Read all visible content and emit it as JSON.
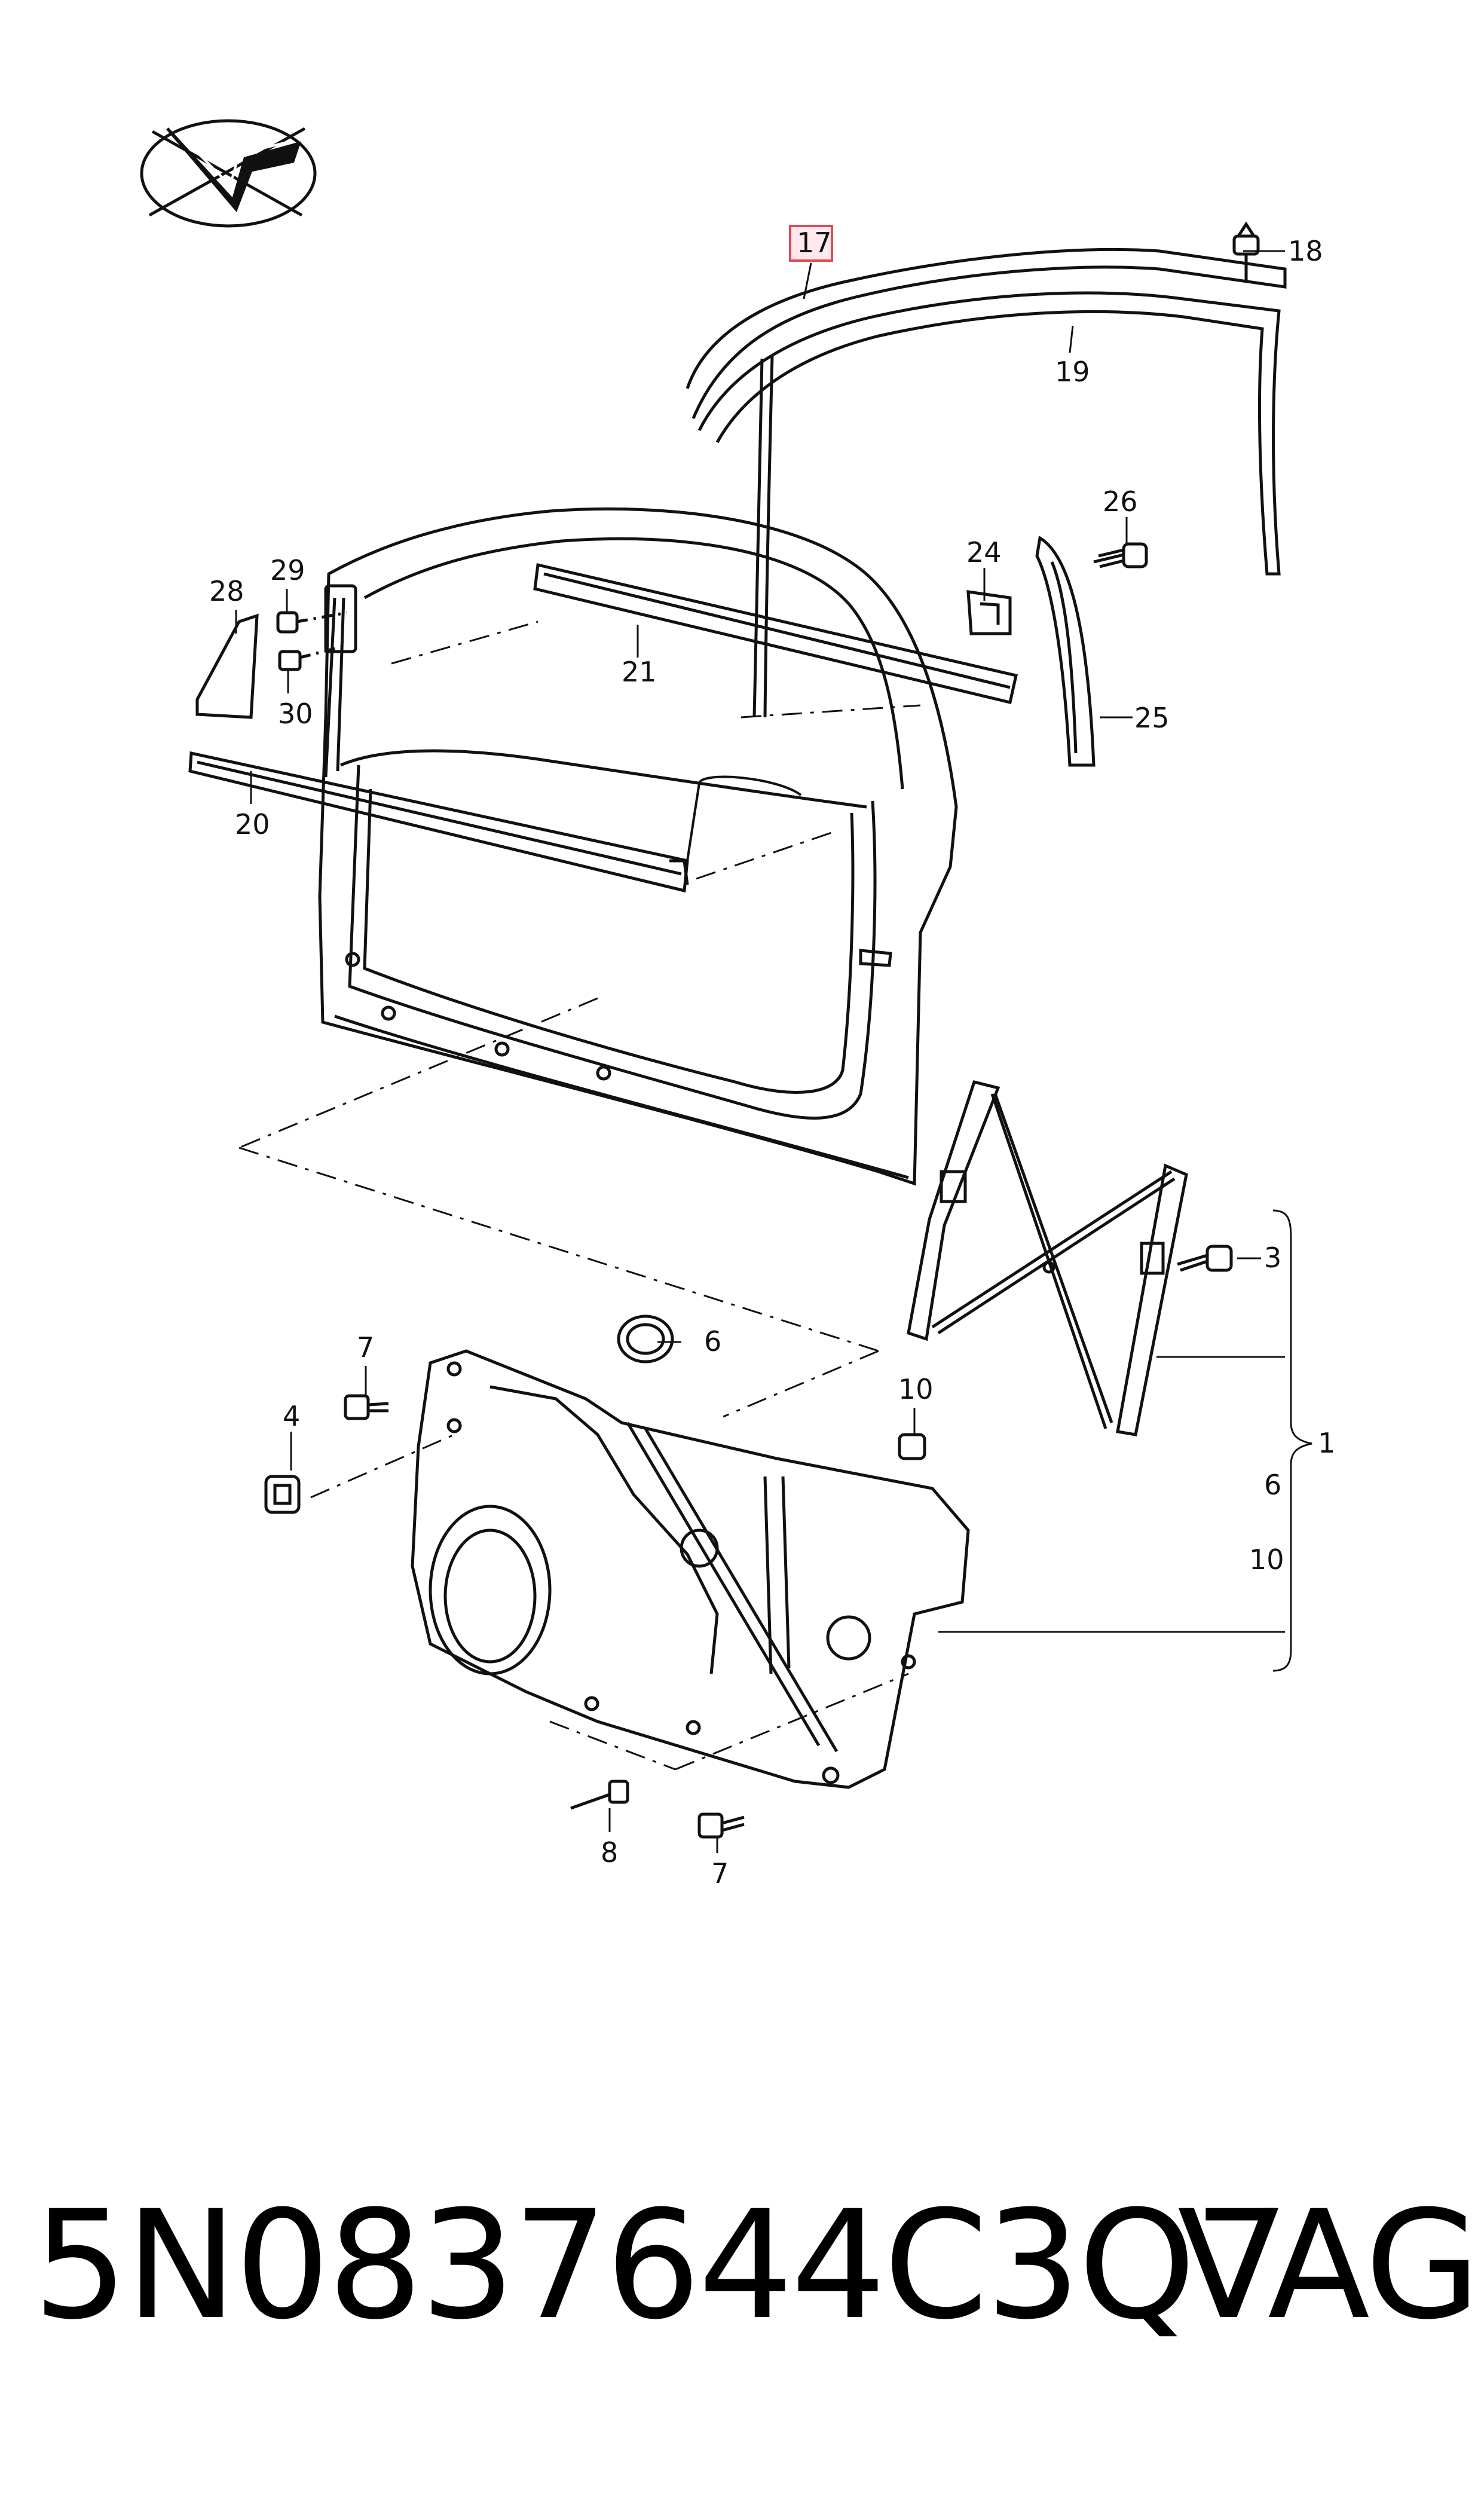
{
  "diagram": {
    "highlight_color": "#e04a5a",
    "callouts": {
      "c1": "1",
      "c3": "3",
      "c4": "4",
      "c6a": "6",
      "c6b": "6",
      "c7a": "7",
      "c7b": "7",
      "c8": "8",
      "c10a": "10",
      "c10b": "10",
      "c17": "17",
      "c18": "18",
      "c19": "19",
      "c20": "20",
      "c21": "21",
      "c24": "24",
      "c25": "25",
      "c26": "26",
      "c28": "28",
      "c29": "29",
      "c30": "30"
    }
  },
  "footer": {
    "part_number": "5N0837644C3Q7",
    "brand": "VAG"
  }
}
